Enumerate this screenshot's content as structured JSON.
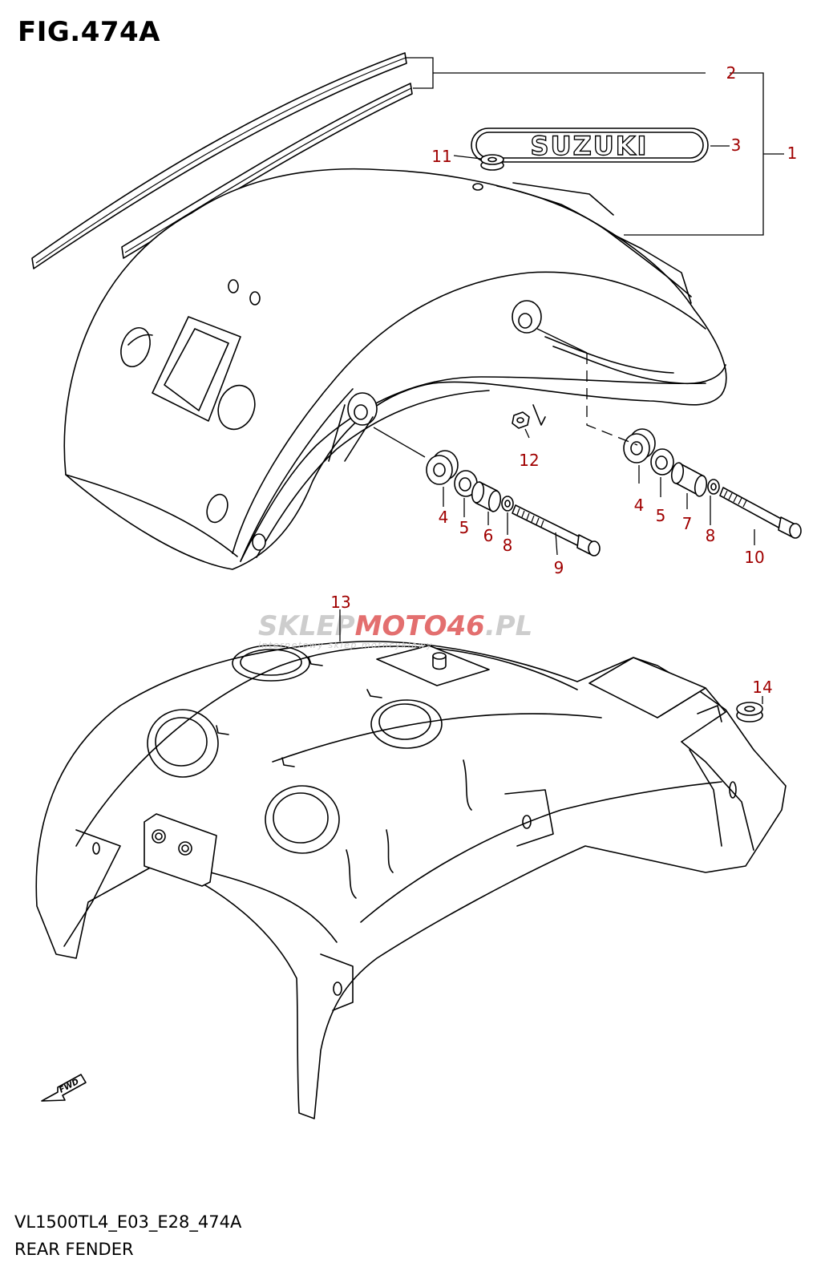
{
  "figure": {
    "title": "FIG.474A",
    "model_code": "VL1500TL4_E03_E28_474A",
    "section_name": "REAR FENDER"
  },
  "emblem": {
    "text": "SUZUKI"
  },
  "fwd_arrow": {
    "text": "FWD"
  },
  "watermark": {
    "brand_part1": "SKLEP",
    "brand_part2": "MOTO",
    "brand_part3": "46",
    "brand_part4": ".PL",
    "tagline": "internetowy sklep motocyklowy"
  },
  "callouts": {
    "c1": "1",
    "c2": "2",
    "c3": "3",
    "c4a": "4",
    "c4b": "4",
    "c5a": "5",
    "c5b": "5",
    "c6": "6",
    "c7": "7",
    "c8a": "8",
    "c8b": "8",
    "c9": "9",
    "c10": "10",
    "c11": "11",
    "c12": "12",
    "c13": "13",
    "c14": "14"
  },
  "colors": {
    "callout": "#a00000",
    "line": "#000000",
    "watermark_grey": "#c8c8c8",
    "watermark_red": "#e06060"
  }
}
